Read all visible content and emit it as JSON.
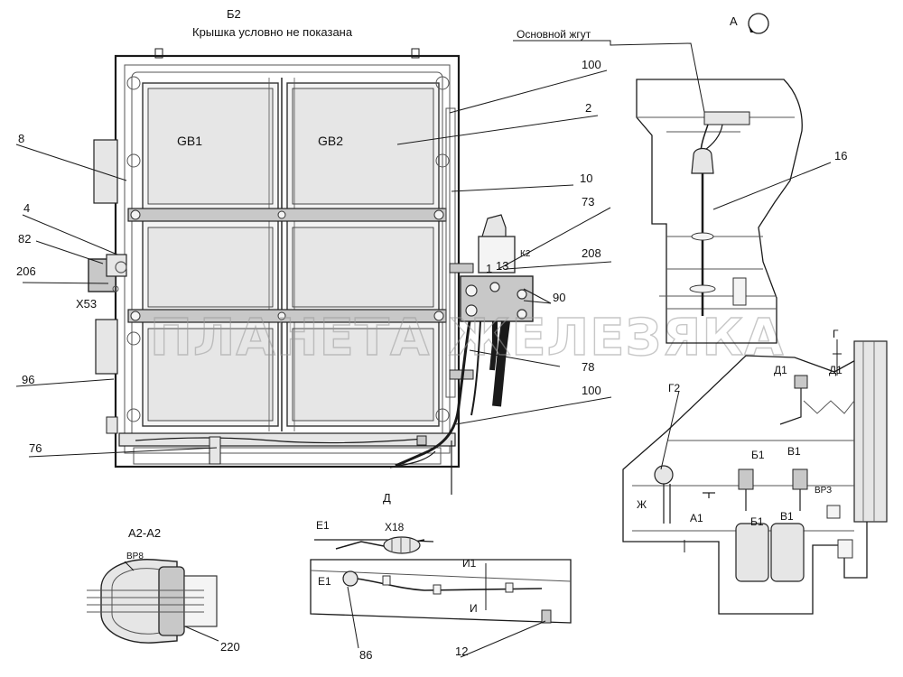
{
  "main_view": {
    "title": "Б2",
    "subtitle": "Крышка условно не показана",
    "battery_1": "GB1",
    "battery_2": "GB2",
    "connector_x53": "X53",
    "contact_k2": "К2",
    "terminal_1": "1",
    "terminal_13": "13"
  },
  "callouts": {
    "c8": "8",
    "c4": "4",
    "c82": "82",
    "c206": "206",
    "c96": "96",
    "c76": "76",
    "c100_top": "100",
    "c2": "2",
    "c10": "10",
    "c73": "73",
    "c208": "208",
    "c90": "90",
    "c78": "78",
    "c100_bottom": "100"
  },
  "view_a": {
    "title": "А",
    "harness_label": "Основной жгут",
    "c16": "16"
  },
  "view_g": {
    "g2": "Г2",
    "g": "Г",
    "d1_left": "Д1",
    "d1_right": "Д1",
    "b1_top": "Б1",
    "v1_top": "В1",
    "vr3": "ВРЗ",
    "zh": "Ж",
    "a1": "А1",
    "b1_bottom": "Б1",
    "v1_bottom": "В1"
  },
  "section_a2": {
    "title": "А2-А2",
    "vr8": "ВР8",
    "c220": "220"
  },
  "view_d": {
    "title": "Д",
    "x18": "Х18",
    "e1_top": "Е1",
    "e1_bottom": "Е1",
    "i1": "И1",
    "i": "И",
    "c86": "86",
    "c12": "12"
  },
  "watermark": "ПЛАНЕТА ЖЕЛЕЗЯКА",
  "colors": {
    "ink": "#1a1a1a",
    "watermark": "#9a9a9a",
    "fill": "#e6e6e6",
    "background": "#ffffff"
  }
}
